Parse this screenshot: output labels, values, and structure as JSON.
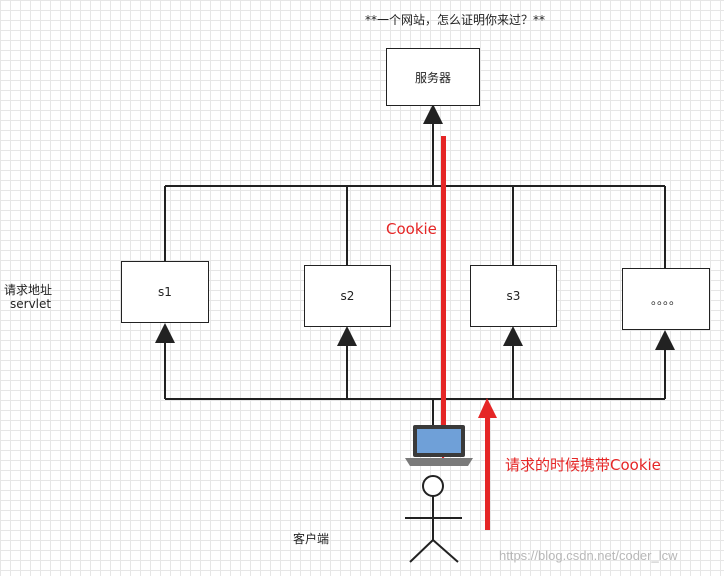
{
  "title": "**一个网站，怎么证明你来过？**",
  "server_label": "服务器",
  "servlets": [
    {
      "id": "s1",
      "label": "s1"
    },
    {
      "id": "s2",
      "label": "s2"
    },
    {
      "id": "s3",
      "label": "s3"
    },
    {
      "id": "more",
      "label": "。。。。"
    }
  ],
  "side_label": {
    "line1": "请求地址",
    "line2": "servlet"
  },
  "cookie_label": "Cookie",
  "request_cookie_label": "请求的时候携带Cookie",
  "client_label": "客户端",
  "watermark": "https://blog.csdn.net/coder_lcw",
  "colors": {
    "line": "#222222",
    "arrow_red": "#e52626"
  }
}
